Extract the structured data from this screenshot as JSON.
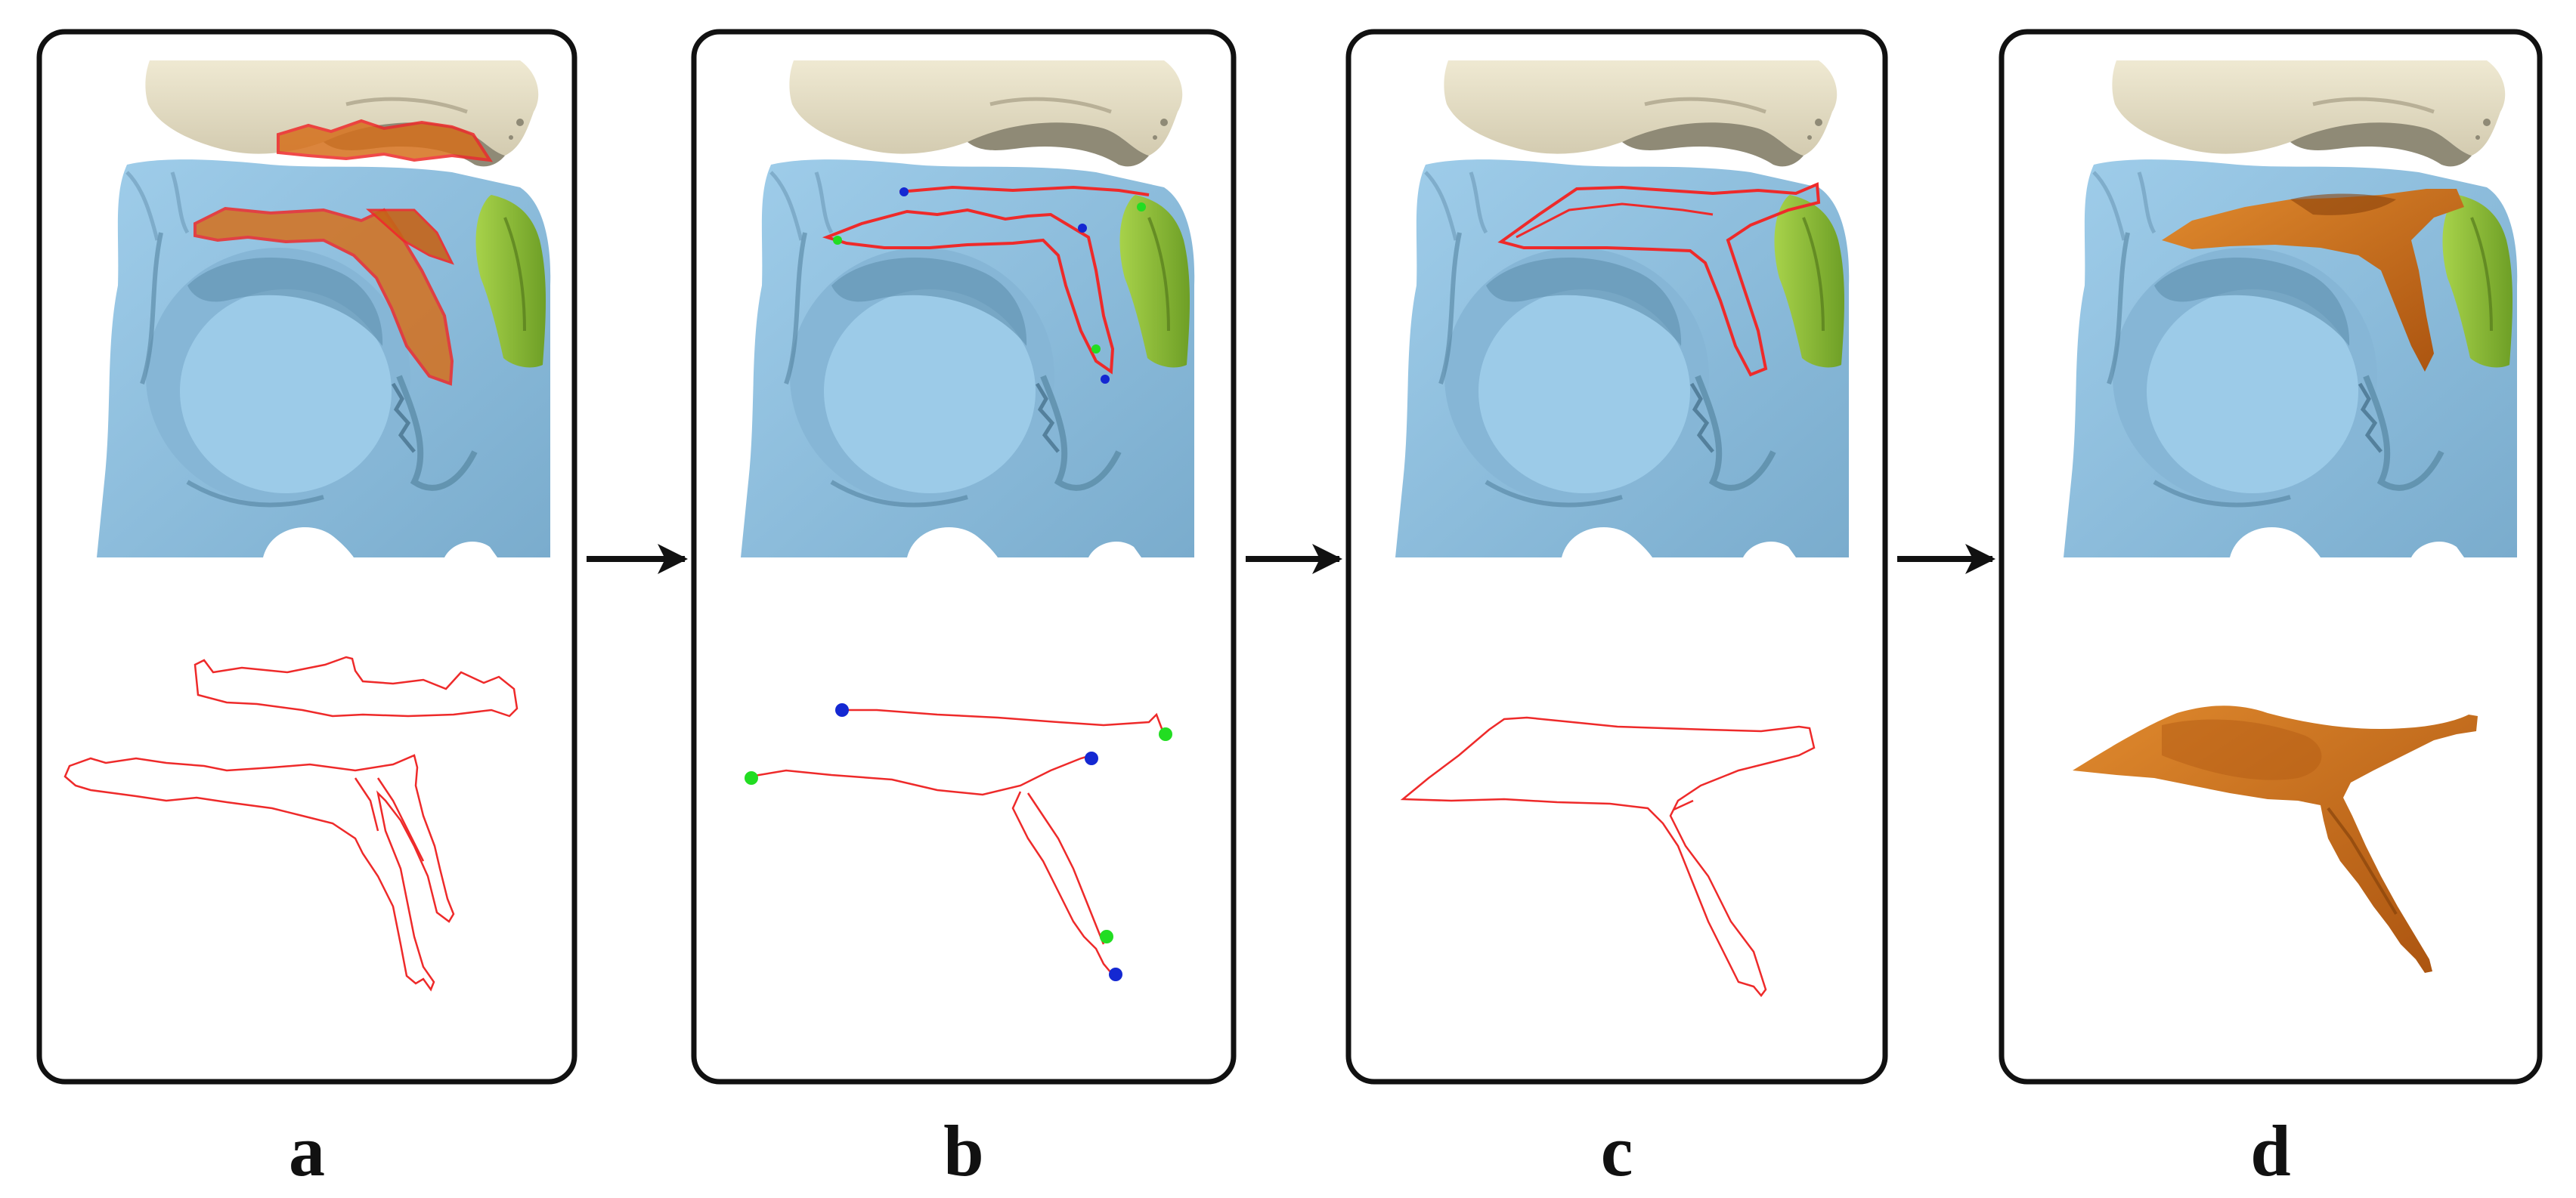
{
  "panels": [
    {
      "label": "a"
    },
    {
      "label": "b"
    },
    {
      "label": "c"
    },
    {
      "label": "d"
    }
  ],
  "colors": {
    "bone_top": "#e7e0c7",
    "bone_top_shadow": "#8f8a76",
    "bone_blue": "#8fbfdf",
    "bone_blue_shadow": "#4f7e9a",
    "green_structure": "#8fbf3a",
    "contour_red": "#ee2a2a",
    "seam_orange": "#d5701c",
    "marker_green": "#22dd22",
    "marker_blue": "#1428d2",
    "frame": "#111111"
  }
}
